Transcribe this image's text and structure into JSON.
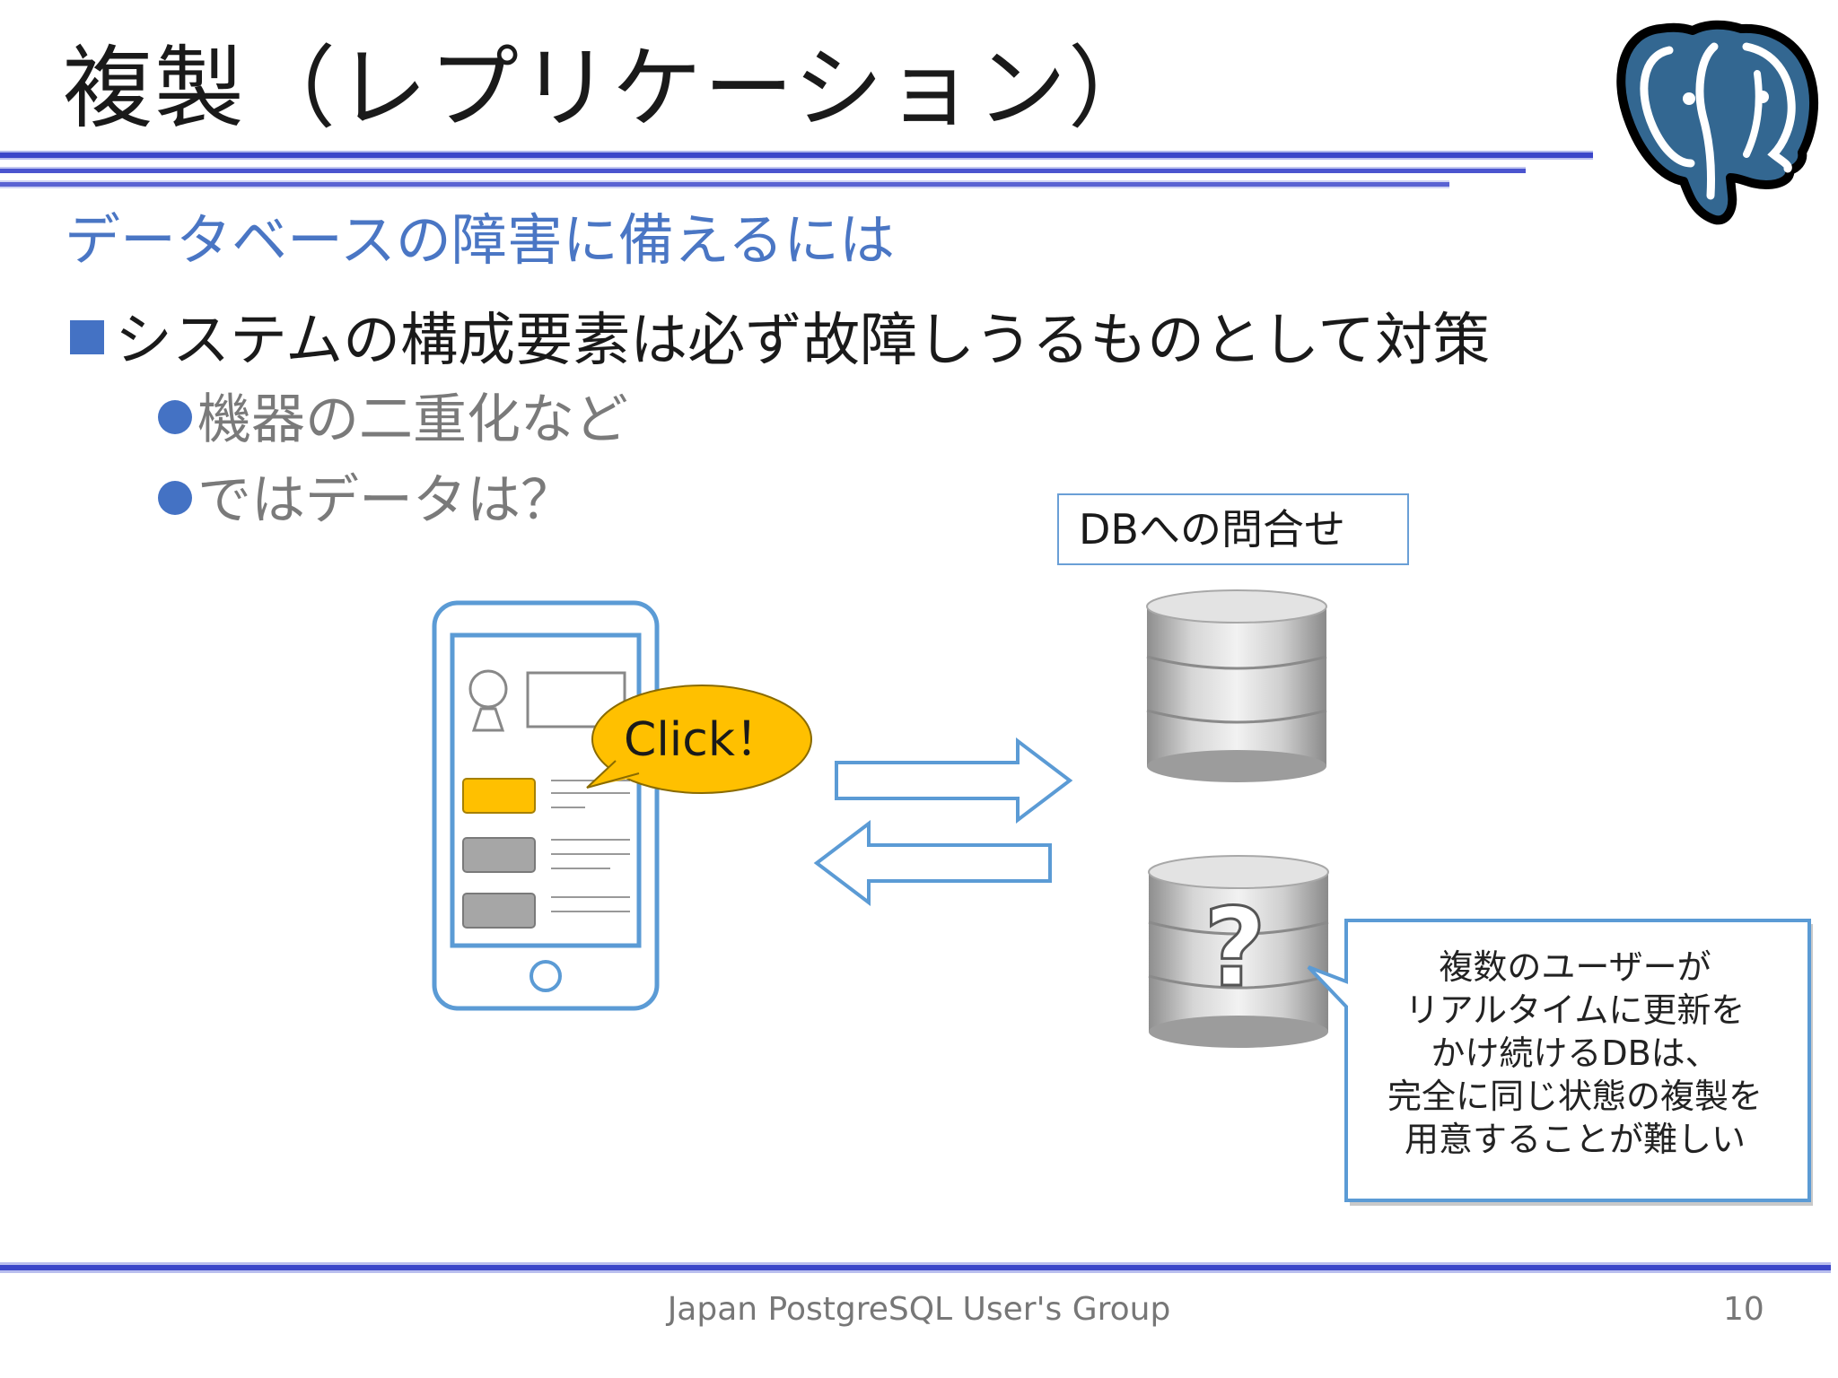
{
  "slide": {
    "title": "複製（レプリケーション）",
    "subtitle": "データベースの障害に備えるには",
    "bullet": "システムの構成要素は必ず故障しうるものとして対策",
    "sub_bullets": [
      "機器の二重化など",
      "ではデータは？"
    ]
  },
  "diagram": {
    "click_label": "Click！",
    "query_label": "DBへの問合せ",
    "unknown_mark": "?",
    "note_lines": [
      "複数のユーザーが",
      "リアルタイムに更新を",
      "かけ続けるDBは、",
      "完全に同じ状態の複製を",
      "用意することが難しい"
    ]
  },
  "footer": {
    "organization": "Japan PostgreSQL User's Group",
    "page_number": "10"
  },
  "colors": {
    "accent_blue": "#4472c4",
    "outline_blue": "#5b9bd5",
    "callout_yellow": "#ffc000",
    "logo_blue": "#336791"
  },
  "icons": {
    "logo": "postgresql-elephant-icon",
    "phone": "smartphone-icon",
    "database": "database-cylinder-icon",
    "arrow_right": "arrow-right-icon",
    "arrow_left": "arrow-left-icon"
  }
}
